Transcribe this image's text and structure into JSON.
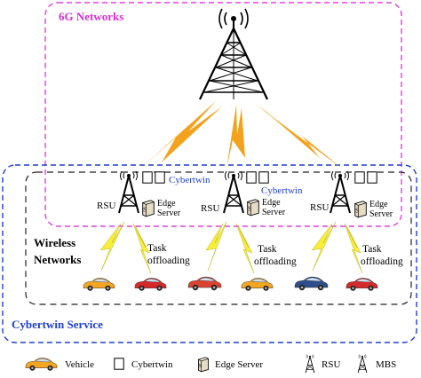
{
  "regions": {
    "six_g": "6G Networks",
    "cybertwin_service": "Cybertwin Service",
    "wireless_line1": "Wireless",
    "wireless_line2": "Networks"
  },
  "labels": {
    "rsu": "RSU",
    "edge_line1": "Edge",
    "edge_line2": "Server",
    "cybertwin": "Cybertwin",
    "task_line1": "Task",
    "task_line2": "offloading"
  },
  "legend": {
    "vehicle": "Vehicle",
    "cybertwin": "Cybertwin",
    "edge_server": "Edge Server",
    "rsu": "RSU",
    "mbs": "MBS"
  },
  "car_colors": [
    "#f4a623",
    "#d42a2a",
    "#d9432f",
    "#f4a623",
    "#2c4f8c",
    "#d42a2a"
  ],
  "colors": {
    "six_g_border": "#e040e0",
    "service_border": "#1f3fd0",
    "wireless_border": "#222222",
    "bolt_orange": "#f3a21d",
    "bolt_yellow": "#f5ef3a"
  }
}
